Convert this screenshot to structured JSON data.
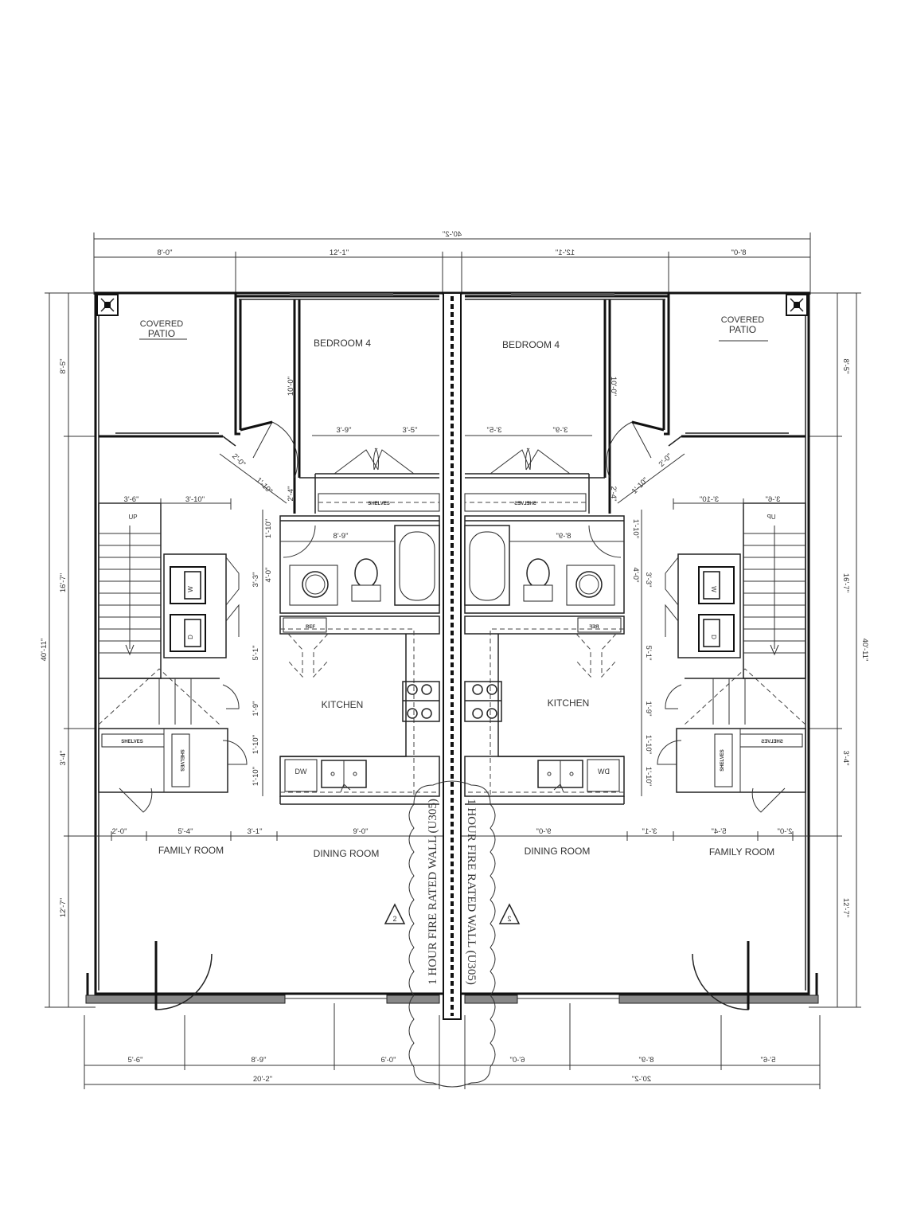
{
  "dimensions": {
    "top_overall": "40'-2\"",
    "top_left": [
      "8'-0\"",
      "12'-1\""
    ],
    "top_right": [
      "12'-1\"",
      "8'-0\""
    ],
    "bottom_left": [
      "5'-6\"",
      "8'-9\"",
      "6'-0\""
    ],
    "bottom_right": [
      "6'-0\"",
      "8'-9\"",
      "5'-6\""
    ],
    "bottom_total_left": "20'-2\"",
    "bottom_total_right": "20'-2\"",
    "side_overall": "40'-11\"",
    "side_segments": [
      "8'-5\"",
      "16'-7\"",
      "3'-4\"",
      "12'-7\""
    ],
    "bedroom_height": "10'-0\"",
    "closet_left": "3'-9\"",
    "closet_right": "3'-5\"",
    "bath_width": "8'-9\"",
    "stair_a": "3'-6\"",
    "stair_b": "3'-10\"",
    "mid_row": [
      "2'-0\"",
      "5'-4\"",
      "3'-1\"",
      "9'-0\""
    ],
    "small_dims": [
      "2'-0\"",
      "1'-10\"",
      "2'-4\"",
      "1'-10\"",
      "3'-3\"",
      "4'-0\"",
      "5'-1\"",
      "1'-9\"",
      "1'-10\"",
      "1'-10\""
    ]
  },
  "rooms": {
    "covered": "COVERED",
    "patio": "PATIO",
    "bedroom": "BEDROOM 4",
    "kitchen": "KITCHEN",
    "family": "FAMILY ROOM",
    "dining": "DINING ROOM",
    "shelves": "SHELVES",
    "up": "UP",
    "ref": "REF",
    "dw": "DW",
    "washer": "W",
    "dryer": "D",
    "fire_wall": "1 HOUR FIRE RATED WALL (U305)",
    "rev": "2"
  }
}
